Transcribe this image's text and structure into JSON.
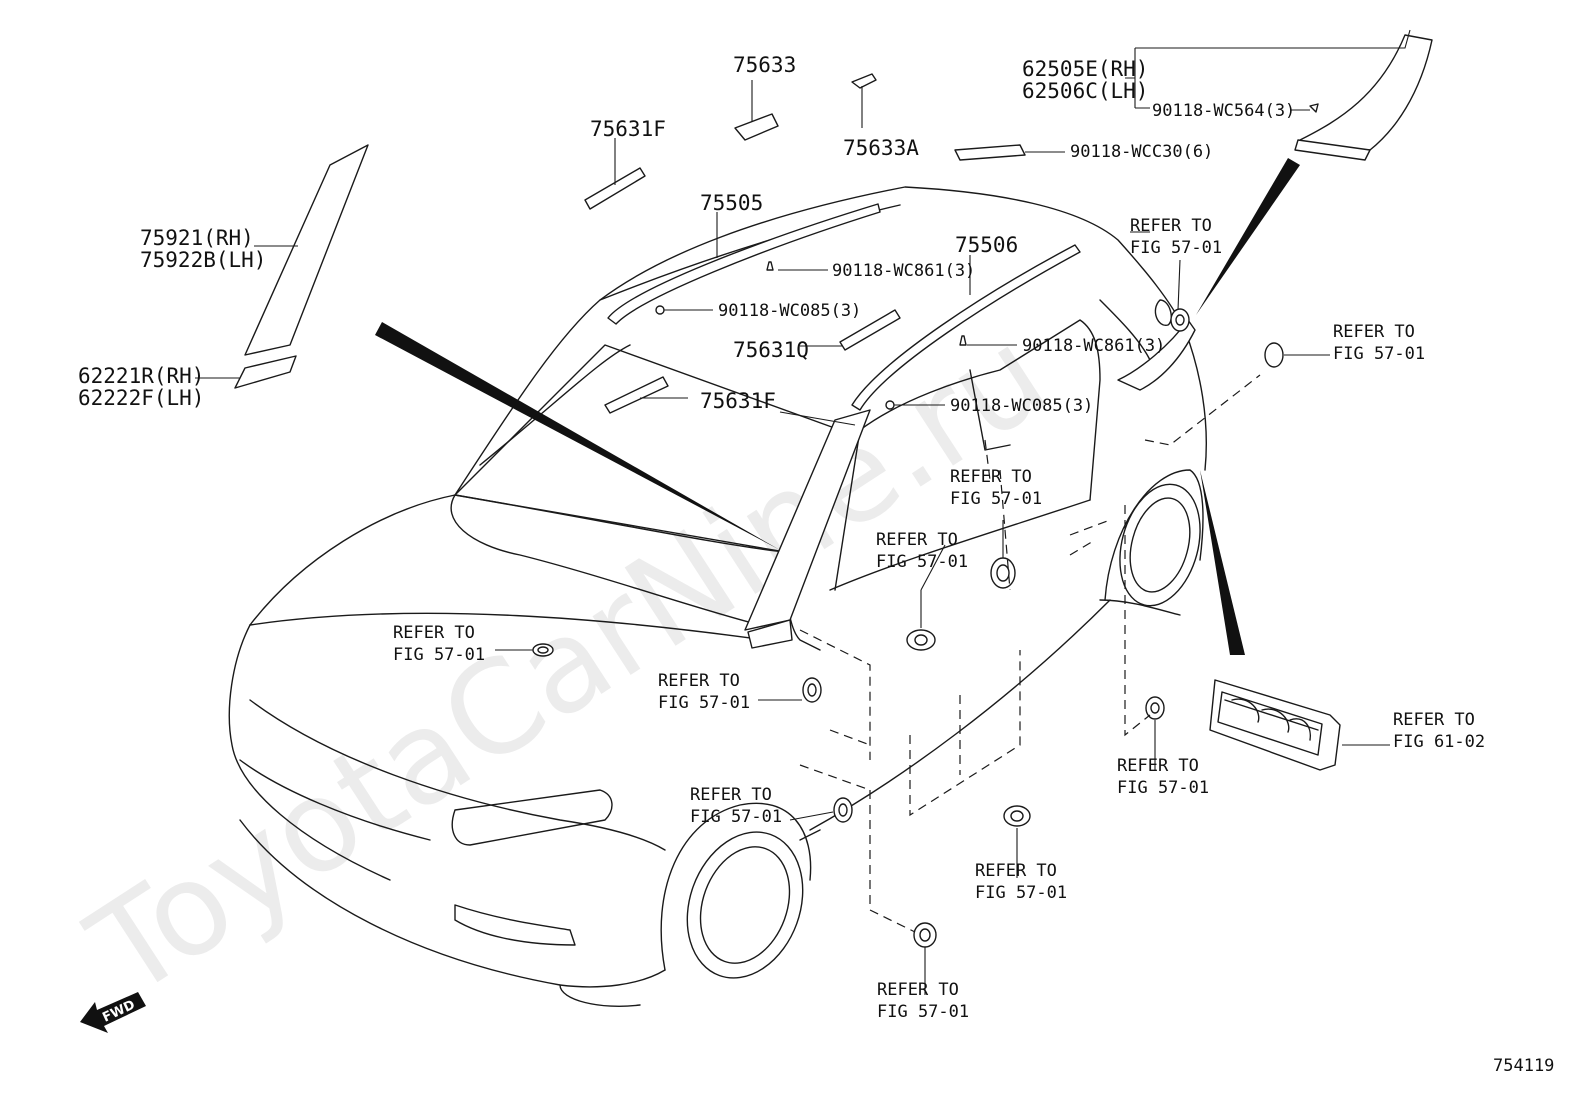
{
  "watermark": "ToyotaCarNine.ru",
  "diagram_number": "754119",
  "fwd_label": "FWD",
  "labels": {
    "p75633": "75633",
    "p75633a": "75633A",
    "p75631f_top": "75631F",
    "p75505": "75505",
    "p75506": "75506",
    "p75631q": "75631Q",
    "p75631f_mid": "75631F",
    "p75921": "75921(RH)",
    "p75922b": "75922B(LH)",
    "p62221r": "62221R(RH)",
    "p62222f": "62222F(LH)",
    "p62505e": "62505E(RH)",
    "p62506c": "62506C(LH)",
    "c_wc564": "90118-WC564(3)",
    "c_wcc30": "90118-WCC30(6)",
    "c_wc861_a": "90118-WC861(3)",
    "c_wc085_a": "90118-WC085(3)",
    "c_wc861_b": "90118-WC861(3)",
    "c_wc085_b": "90118-WC085(3)"
  },
  "refer": {
    "refer_to": "REFER TO",
    "fig_57_01": "FIG 57-01",
    "fig_61_02": "FIG 61-02"
  }
}
